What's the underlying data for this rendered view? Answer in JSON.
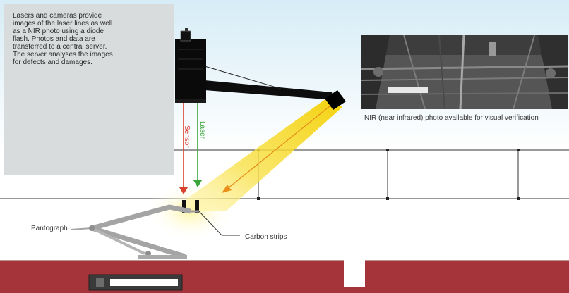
{
  "info_text": "Lasers and cameras provide images of the laser lines as well as a NIR photo using a diode flash. Photos and data are transferred to a central server. The server analyses the images for defects and damages.",
  "labels": {
    "sensor": "Sensor",
    "laser": "Laser",
    "pantograph": "Pantograph",
    "carbon_strips": "Carbon strips",
    "nir_caption": "NIR (near infrared) photo available for visual verification"
  },
  "colors": {
    "sky_gradient": "#dff0f7",
    "train_body": "#a5343a",
    "sensor_arrow": "#d9412f",
    "laser_arrow": "#3aa53a",
    "light_beam": "#f5d200",
    "camera_unit": "#000000",
    "info_box": "#d9dcdd"
  }
}
